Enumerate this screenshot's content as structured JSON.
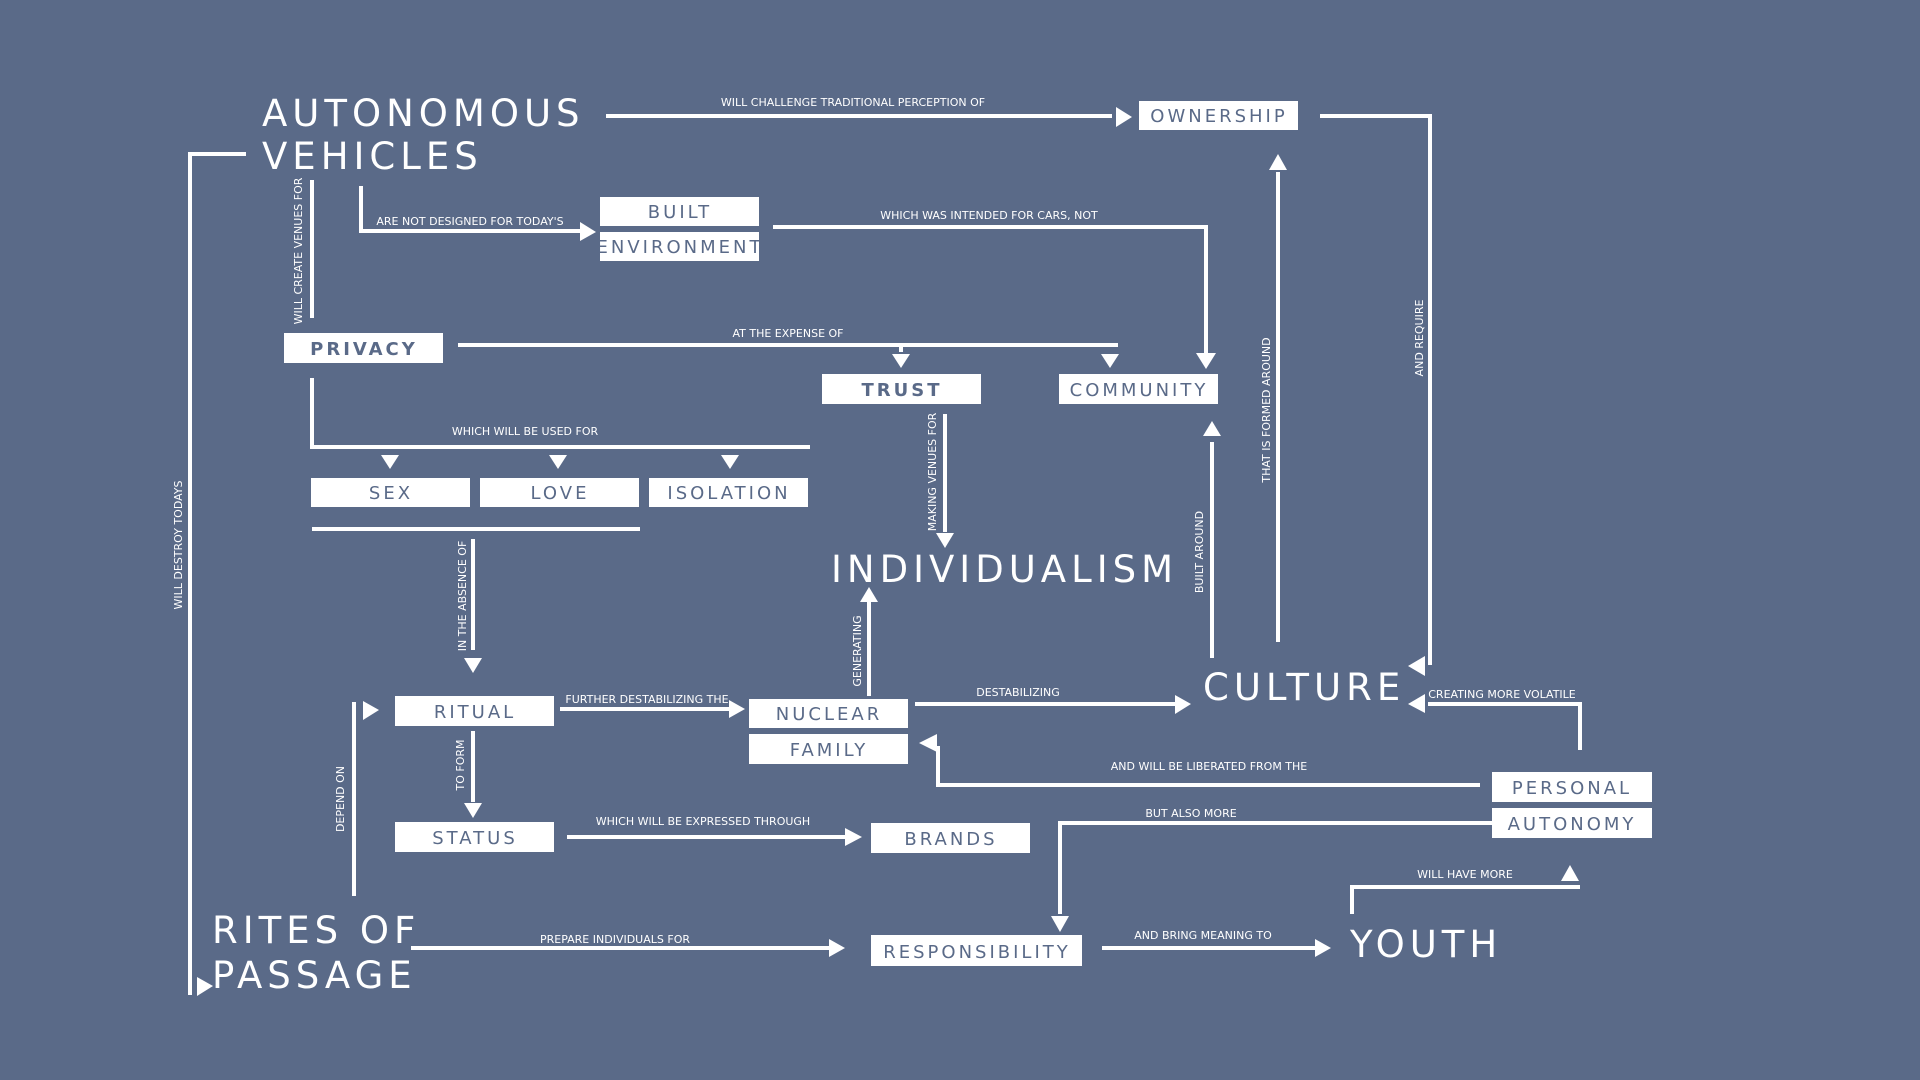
{
  "colors": {
    "background": "#5a6a88",
    "foreground": "#ffffff"
  },
  "nodes": {
    "autonomous": "AUTONOMOUS",
    "vehicles": "VEHICLES",
    "ownership": "OWNERSHIP",
    "built": "BUILT",
    "environment": "ENVIRONMENT",
    "privacy": "PRIVACY",
    "trust": "TRUST",
    "community": "COMMUNITY",
    "sex": "SEX",
    "love": "LOVE",
    "isolation": "ISOLATION",
    "individualism": "INDIVIDUALISM",
    "culture": "CULTURE",
    "ritual": "RITUAL",
    "nuclear": "NUCLEAR",
    "family": "FAMILY",
    "status": "STATUS",
    "brands": "BRANDS",
    "personal": "PERSONAL",
    "autonomy": "AUTONOMY",
    "rites_of": "RITES OF",
    "passage": "PASSAGE",
    "responsibility": "RESPONSIBILITY",
    "youth": "YOUTH"
  },
  "edges": {
    "will_challenge": "WILL CHALLENGE TRADITIONAL PERCEPTION OF",
    "not_designed": "ARE NOT DESIGNED FOR TODAY'S",
    "intended_for_cars": "WHICH WAS INTENDED FOR CARS, NOT",
    "create_venues": "WILL CREATE VENUES FOR",
    "at_expense": "AT THE EXPENSE OF",
    "used_for": "WHICH WILL BE USED FOR",
    "making_venues": "MAKING VENUES FOR",
    "formed_around": "THAT IS FORMED AROUND",
    "and_require": "AND REQUIRE",
    "will_destroy": "WILL DESTROY TODAYS",
    "absence_of": "IN THE ABSENCE OF",
    "generating": "GENERATING",
    "built_around": "BUILT AROUND",
    "further_destabilizing": "FURTHER DESTABILIZING THE",
    "destabilizing": "DESTABILIZING",
    "creating_volatile": "CREATING MORE VOLATILE",
    "liberated_from": "AND WILL BE LIBERATED FROM THE",
    "to_form": "TO FORM",
    "expressed_through": "WHICH WILL BE EXPRESSED THROUGH",
    "but_also_more": "BUT ALSO MORE",
    "depend_on": "DEPEND ON",
    "will_have_more": "WILL HAVE MORE",
    "prepare_individuals": "PREPARE INDIVIDUALS FOR",
    "bring_meaning": "AND BRING MEANING TO"
  }
}
